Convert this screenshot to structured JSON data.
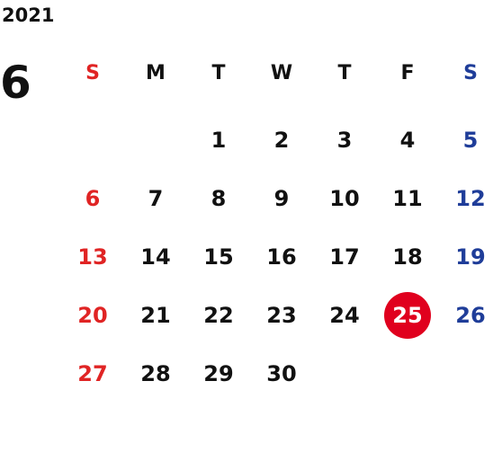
{
  "calendar": {
    "year": "2021",
    "month": "6",
    "weekdays": [
      "S",
      "M",
      "T",
      "W",
      "T",
      "F",
      "S"
    ],
    "weeks": [
      [
        "",
        "",
        "1",
        "2",
        "3",
        "4",
        "5"
      ],
      [
        "6",
        "7",
        "8",
        "9",
        "10",
        "11",
        "12"
      ],
      [
        "13",
        "14",
        "15",
        "16",
        "17",
        "18",
        "19"
      ],
      [
        "20",
        "21",
        "22",
        "23",
        "24",
        "25",
        "26"
      ],
      [
        "27",
        "28",
        "29",
        "30",
        "",
        "",
        ""
      ]
    ],
    "highlighted_day": "25"
  },
  "colors": {
    "sunday": "#e02424",
    "saturday": "#1f3d99",
    "weekday": "#111111",
    "highlight": "#e0001e"
  }
}
